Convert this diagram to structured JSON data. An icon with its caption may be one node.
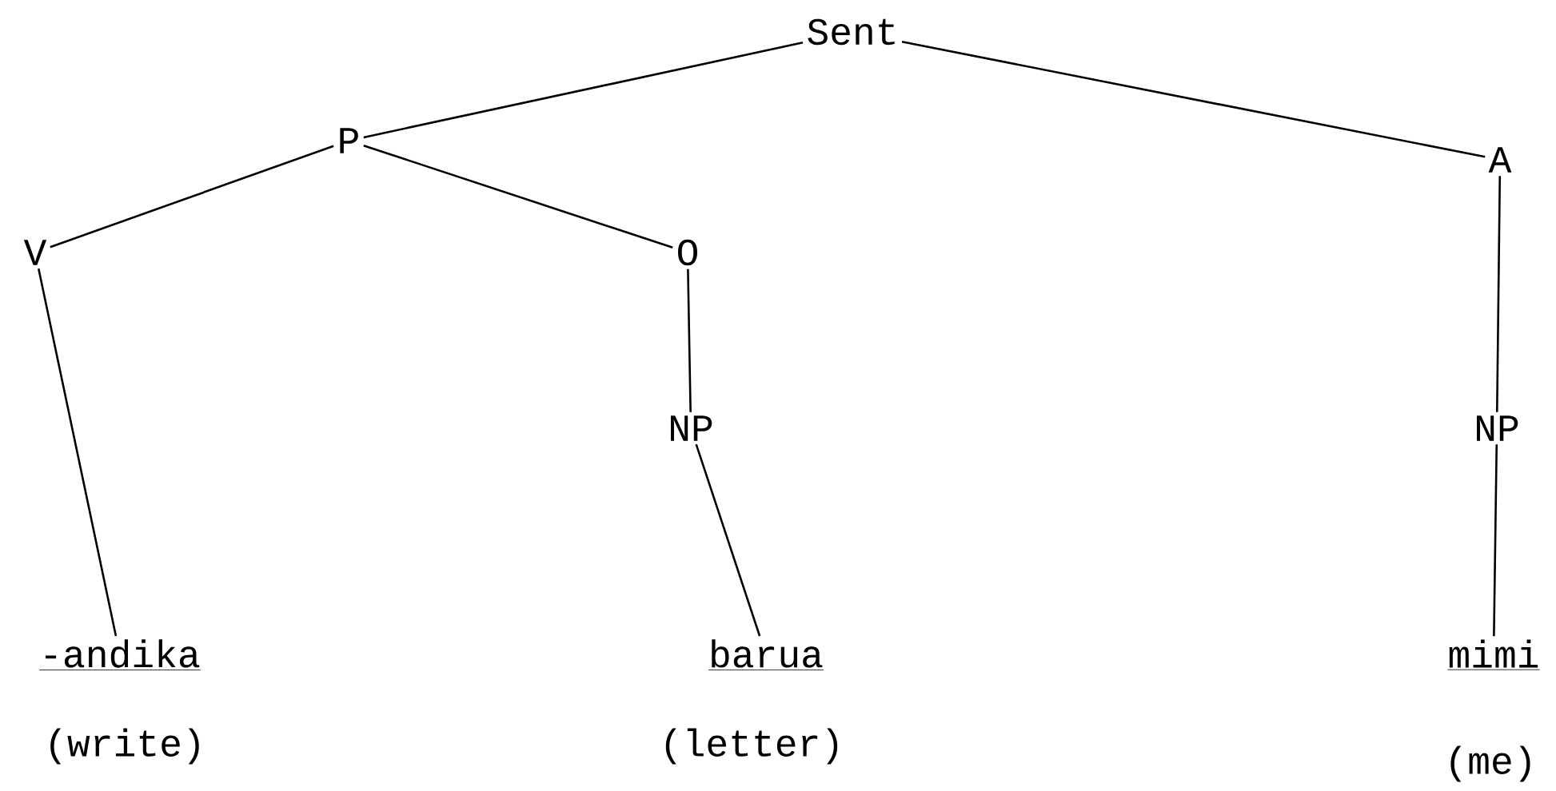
{
  "diagram": {
    "nodes": [
      {
        "text": [
          "Sent"
        ]
      },
      {
        "text": [
          "P"
        ]
      },
      {
        "text": [
          "A"
        ]
      },
      {
        "text": [
          "V"
        ]
      },
      {
        "text": [
          "O"
        ]
      },
      {
        "text": [
          "NP"
        ]
      },
      {
        "text": [
          "NP"
        ]
      },
      {
        "text": [
          "-andika"
        ],
        "beside": [
          "(write)"
        ]
      },
      {
        "text": [
          "barua"
        ],
        "beside": [
          "(letter)"
        ]
      },
      {
        "text": [
          "mimi"
        ],
        "beside": [
          "(me)"
        ]
      }
    ],
    "edges": [
      {
        "from": 0,
        "to": 1,
        "arrow": "none"
      },
      {
        "from": 0,
        "to": 2,
        "arrow": "none"
      },
      {
        "from": 1,
        "to": 3,
        "arrow": "none"
      },
      {
        "from": 1,
        "to": 4,
        "arrow": "none"
      },
      {
        "from": 3,
        "to": 7,
        "arrow": "none"
      },
      {
        "from": 4,
        "to": 5,
        "arrow": "none"
      },
      {
        "from": 5,
        "to": 8,
        "arrow": "none"
      },
      {
        "from": 2,
        "to": 6,
        "arrow": "none"
      },
      {
        "from": 6,
        "to": 9,
        "arrow": "none"
      }
    ]
  }
}
